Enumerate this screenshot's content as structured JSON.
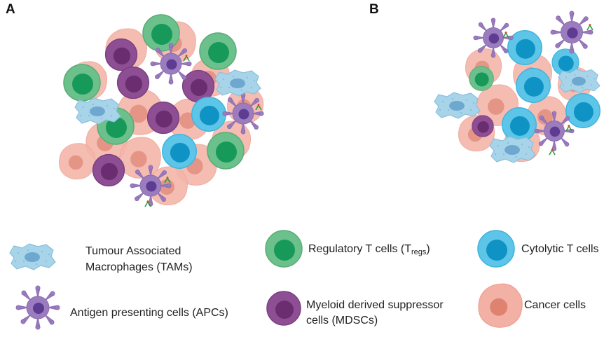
{
  "panels": {
    "a_label": "A",
    "b_label": "B"
  },
  "legend": {
    "tam": {
      "line1": "Tumour Associated",
      "line2": "Macrophages (TAMs)",
      "icon": "tam-icon"
    },
    "treg": {
      "label": "Regulatory T cells (T",
      "sub": "regs",
      "close": ")",
      "icon": "treg-cell-icon"
    },
    "ctl": {
      "label": "Cytolytic T cells",
      "icon": "cytolytic-t-cell-icon"
    },
    "apc": {
      "label": "Antigen presenting cells (APCs)",
      "icon": "apc-icon"
    },
    "mdsc": {
      "line1": "Myeloid derived suppressor",
      "line2": "cells (MDSCs)",
      "icon": "mdsc-icon"
    },
    "cancer": {
      "label": "Cancer cells",
      "icon": "cancer-cell-icon"
    }
  },
  "colors": {
    "cancer_outer": "#f2a89b",
    "cancer_nucleus": "#d9735f",
    "treg_outer": "#6cc08b",
    "treg_inner": "#17995a",
    "ctl_outer": "#5cc5e8",
    "ctl_inner": "#0f92c4",
    "mdsc_outer": "#8e4e93",
    "mdsc_inner": "#6a2d70",
    "apc_body": "#9b7dbf",
    "apc_nucleus": "#5d3c91",
    "tam_body": "#a8d4ea",
    "tam_nucleus": "#6fa8cf"
  }
}
